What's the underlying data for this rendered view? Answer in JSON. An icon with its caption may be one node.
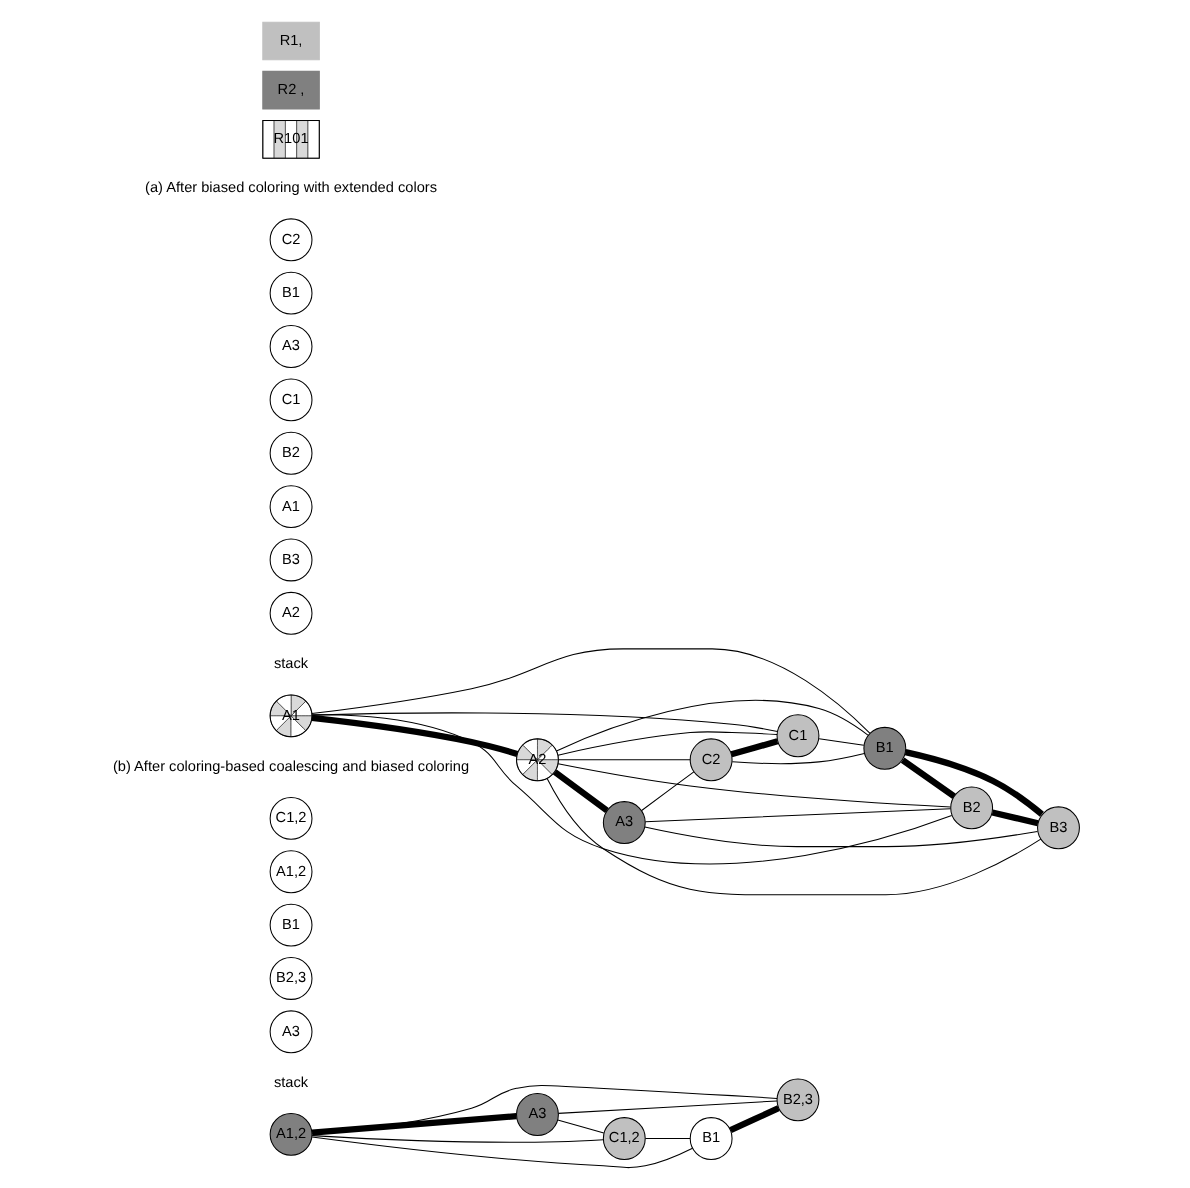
{
  "diagram": {
    "nodes": [
      {
        "text": [
          "C2"
        ]
      },
      {
        "text": [
          "B1"
        ]
      },
      {
        "text": [
          "A3"
        ]
      },
      {
        "text": [
          "C1"
        ]
      },
      {
        "text": [
          "B2"
        ]
      },
      {
        "text": [
          "A1"
        ]
      },
      {
        "text": [
          "B3"
        ]
      },
      {
        "text": [
          "A2"
        ]
      },
      {
        "text": [
          "A1"
        ]
      },
      {
        "text": [
          "A2"
        ]
      },
      {
        "text": [
          "C2"
        ]
      },
      {
        "text": [
          "A3"
        ]
      },
      {
        "text": [
          "C1"
        ]
      },
      {
        "text": [
          "B1"
        ]
      },
      {
        "text": [
          "B2"
        ]
      },
      {
        "text": [
          "B3"
        ]
      },
      {
        "text": [
          "C1,2"
        ]
      },
      {
        "text": [
          "A1,2"
        ]
      },
      {
        "text": [
          "B1"
        ]
      },
      {
        "text": [
          "B2,3"
        ]
      },
      {
        "text": [
          "A3"
        ]
      },
      {
        "text": [
          "A1,2"
        ]
      },
      {
        "text": [
          "C1,2"
        ]
      },
      {
        "text": [
          "A3"
        ]
      },
      {
        "text": [
          "B1"
        ]
      },
      {
        "text": [
          "B2,3"
        ]
      }
    ],
    "edges": [
      {
        "from": 8,
        "to": 9,
        "arrow": "none",
        "style": "thick"
      },
      {
        "from": 9,
        "to": 11,
        "arrow": "none",
        "style": "thick"
      },
      {
        "from": 10,
        "to": 12,
        "arrow": "none",
        "style": "thick"
      },
      {
        "from": 13,
        "to": 14,
        "arrow": "none",
        "style": "thick"
      },
      {
        "from": 14,
        "to": 15,
        "arrow": "none",
        "style": "thick"
      },
      {
        "from": 13,
        "to": 15,
        "arrow": "none",
        "style": "thick"
      },
      {
        "from": 8,
        "to": 13,
        "arrow": "none"
      },
      {
        "from": 8,
        "to": 14,
        "arrow": "none"
      },
      {
        "from": 8,
        "to": 12,
        "arrow": "none"
      },
      {
        "from": 9,
        "to": 10,
        "arrow": "none"
      },
      {
        "from": 9,
        "to": 12,
        "arrow": "none"
      },
      {
        "from": 9,
        "to": 13,
        "arrow": "none"
      },
      {
        "from": 9,
        "to": 14,
        "arrow": "none"
      },
      {
        "from": 9,
        "to": 15,
        "arrow": "none"
      },
      {
        "from": 11,
        "to": 10,
        "arrow": "none"
      },
      {
        "from": 11,
        "to": 14,
        "arrow": "none"
      },
      {
        "from": 11,
        "to": 15,
        "arrow": "none"
      },
      {
        "from": 10,
        "to": 13,
        "arrow": "none"
      },
      {
        "from": 12,
        "to": 13,
        "arrow": "none"
      },
      {
        "from": 21,
        "to": 23,
        "arrow": "none",
        "style": "thick"
      },
      {
        "from": 24,
        "to": 25,
        "arrow": "none",
        "style": "thick"
      },
      {
        "from": 21,
        "to": 22,
        "arrow": "none"
      },
      {
        "from": 21,
        "to": 24,
        "arrow": "none"
      },
      {
        "from": 21,
        "to": 25,
        "arrow": "none"
      },
      {
        "from": 23,
        "to": 22,
        "arrow": "none"
      },
      {
        "from": 23,
        "to": 25,
        "arrow": "none"
      },
      {
        "from": 22,
        "to": 24,
        "arrow": "none"
      }
    ],
    "labels": [
      "(a) After biased coloring with extended colors",
      "stack",
      "(b) After coloring-based coalescing and biased coloring",
      "stack"
    ],
    "legend": [
      {
        "text": "R1,",
        "color": "#c0c0c0"
      },
      {
        "text": "R2 ,",
        "color": "#808080"
      },
      {
        "text": "R101"
      }
    ]
  }
}
